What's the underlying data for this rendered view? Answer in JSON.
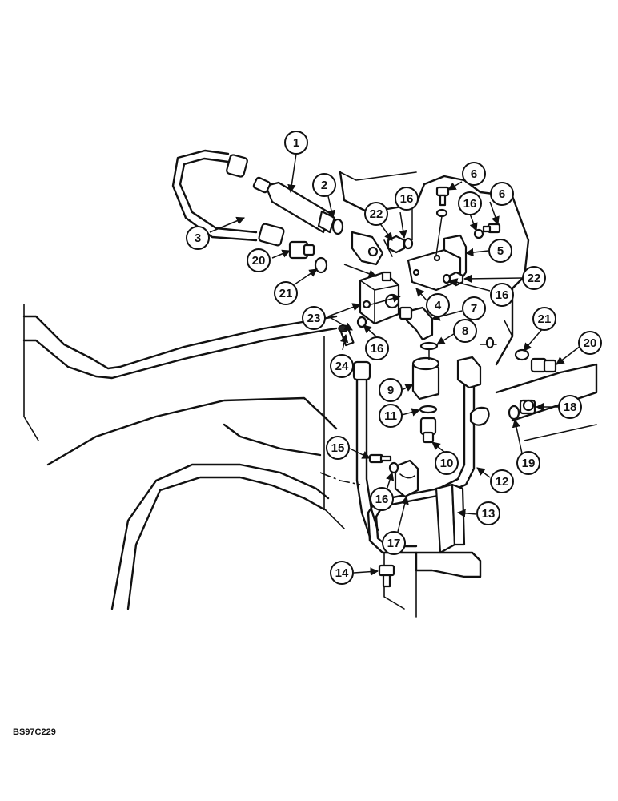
{
  "drawing_code": "BS97C229",
  "callouts": [
    "1",
    "2",
    "3",
    "4",
    "5",
    "6",
    "6",
    "7",
    "8",
    "9",
    "10",
    "11",
    "12",
    "13",
    "14",
    "15",
    "16",
    "16",
    "16",
    "16",
    "16",
    "17",
    "18",
    "19",
    "20",
    "20",
    "21",
    "21",
    "22",
    "22",
    "23",
    "24"
  ]
}
